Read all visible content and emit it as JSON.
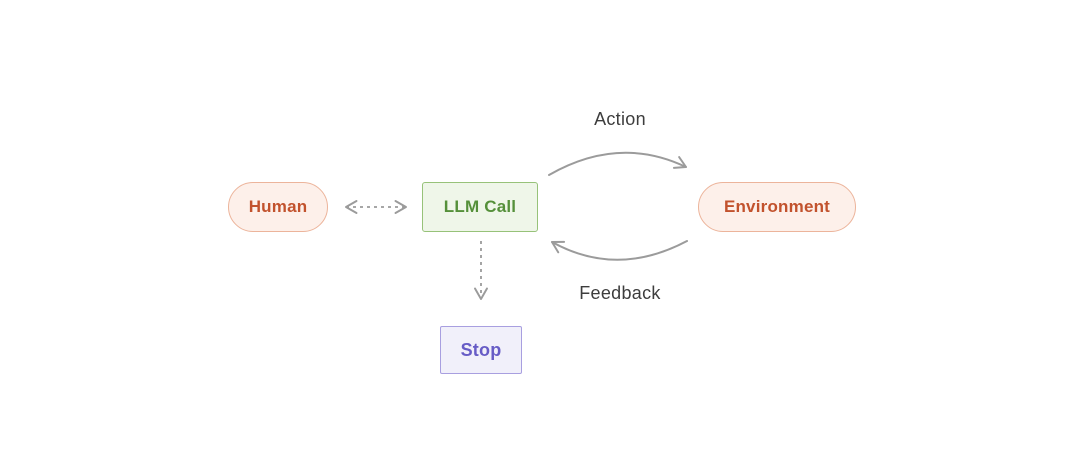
{
  "diagram": {
    "nodes": {
      "human": {
        "label": "Human",
        "text_color": "#c2522d",
        "bg": "#fdf0ea",
        "border": "#ecb49b",
        "shape": "pill"
      },
      "llm_call": {
        "label": "LLM Call",
        "text_color": "#55903a",
        "bg": "#eff6e9",
        "border": "#97c279",
        "shape": "rectangle"
      },
      "environment": {
        "label": "Environment",
        "text_color": "#c2522d",
        "bg": "#fdf0ea",
        "border": "#ecb49b",
        "shape": "pill"
      },
      "stop": {
        "label": "Stop",
        "text_color": "#675cc6",
        "bg": "#f1f0fa",
        "border": "#a89fe0",
        "shape": "rectangle"
      }
    },
    "edges": {
      "action": {
        "label": "Action",
        "from": "llm_call",
        "to": "environment",
        "style": "solid-arc"
      },
      "feedback": {
        "label": "Feedback",
        "from": "environment",
        "to": "llm_call",
        "style": "solid-arc"
      },
      "human_llm": {
        "label": "",
        "from": "human",
        "to": "llm_call",
        "style": "dashed-bidirectional"
      },
      "llm_stop": {
        "label": "",
        "from": "llm_call",
        "to": "stop",
        "style": "dashed"
      }
    },
    "colors": {
      "arrow": "#9b9b9b",
      "edge_label_text": "#3d3d3d",
      "background": "#ffffff"
    }
  }
}
